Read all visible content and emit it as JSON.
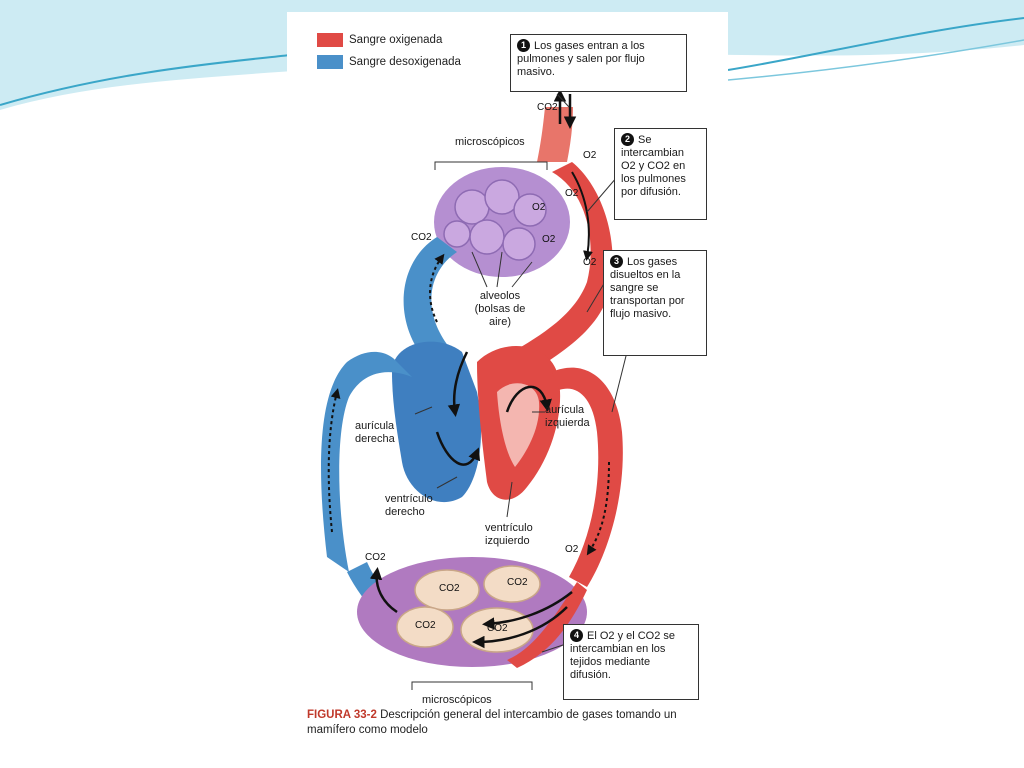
{
  "legend": {
    "oxygenated": "Sangre oxigenada",
    "deoxygenated": "Sangre desoxigenada"
  },
  "callouts": {
    "step1": {
      "num": "1",
      "text": "Los gases entran a los pulmones y salen por flujo masivo."
    },
    "step2": {
      "num": "2",
      "text": "Se intercambian O2 y CO2 en los pulmones por difusión."
    },
    "step3": {
      "num": "3",
      "text": "Los gases disueltos en la sangre se transportan por flujo masivo."
    },
    "step4": {
      "num": "4",
      "text": "El O2 y el CO2 se intercambian en los tejidos mediante difusión."
    }
  },
  "labels": {
    "microscopic_top": "microscópicos",
    "microscopic_bottom": "microscópicos",
    "alveoli": "alveolos (bolsas de aire)",
    "right_atrium": "aurícula derecha",
    "left_atrium": "aurícula izquierda",
    "right_ventricle": "ventrículo derecho",
    "left_ventricle": "ventrículo izquierdo"
  },
  "gases": {
    "co2": "CO2",
    "o2": "O2"
  },
  "caption": {
    "figure_number": "FIGURA 33-2",
    "text": "Descripción general del intercambio de gases tomando un mamífero como modelo"
  },
  "colors": {
    "oxygenated": "#e04a45",
    "deoxygenated": "#4a90c9",
    "alveoli": "#b58fd1",
    "tissue": "#f3dcc6",
    "slide_accent": "#5bb8d4"
  }
}
